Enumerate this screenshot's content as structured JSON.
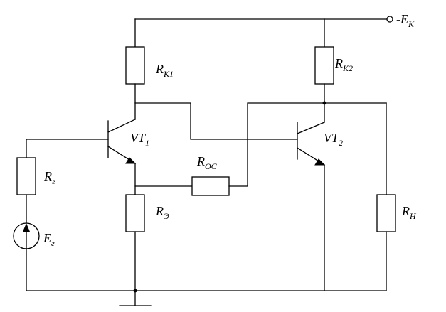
{
  "circuit": {
    "supply": {
      "main": "-E",
      "sub": "К"
    },
    "rk1": {
      "main": "R",
      "sub": "K1"
    },
    "rk2": {
      "main": "R",
      "sub": "K2"
    },
    "vt1": {
      "main": "VT",
      "sub": "1"
    },
    "vt2": {
      "main": "VT",
      "sub": "2"
    },
    "roc": {
      "main": "R",
      "sub": "OC"
    },
    "rg": {
      "main": "R",
      "sub": "г"
    },
    "re": {
      "main": "R",
      "sub": "Э"
    },
    "rh": {
      "main": "R",
      "sub": "Н"
    },
    "eg": {
      "main": "E",
      "sub": "г"
    }
  }
}
